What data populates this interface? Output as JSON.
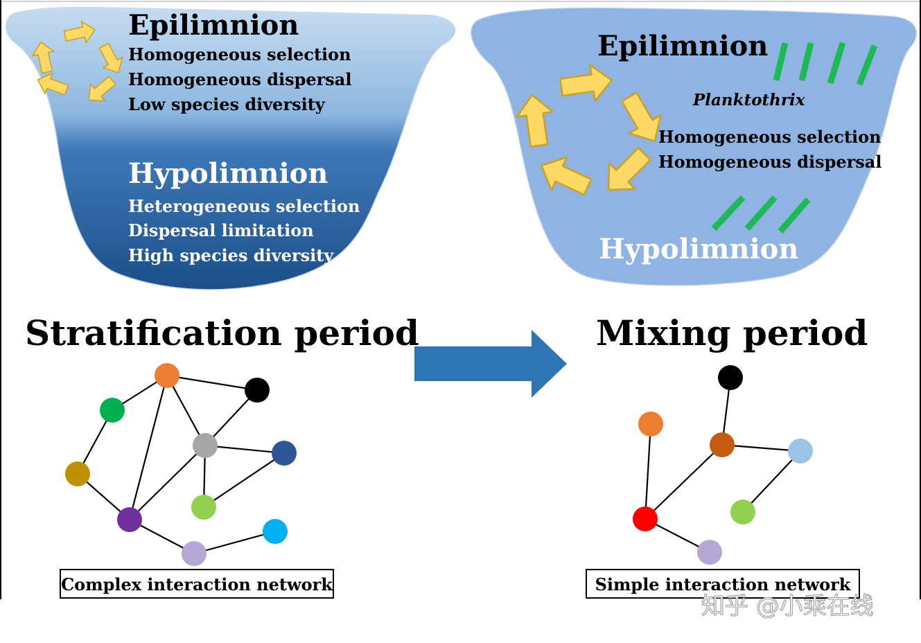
{
  "stratification": {
    "epilimnion_title": "Epilimnion",
    "epilimnion_lines": [
      "Homogeneous selection",
      "Homogeneous dispersal",
      "Low species diversity"
    ],
    "hypolimnion_title": "Hypolimnion",
    "hypolimnion_lines": [
      "Heterogeneous selection",
      "Dispersal limitation",
      "High species diversity"
    ],
    "period_label": "Stratification period",
    "network_label": "Complex interaction network",
    "network": {
      "nodes": [
        {
          "id": "orange",
          "color": "#ed7d31"
        },
        {
          "id": "black",
          "color": "#000000"
        },
        {
          "id": "green",
          "color": "#00b050"
        },
        {
          "id": "gray",
          "color": "#a6a6a6"
        },
        {
          "id": "navy",
          "color": "#2f5597"
        },
        {
          "id": "olive",
          "color": "#bf9000"
        },
        {
          "id": "lightgreen",
          "color": "#92d050"
        },
        {
          "id": "purple",
          "color": "#7030a0"
        },
        {
          "id": "cyan",
          "color": "#00b0f0"
        },
        {
          "id": "lavender",
          "color": "#b4a7d6"
        }
      ],
      "edges": [
        [
          "orange",
          "green"
        ],
        [
          "orange",
          "gray"
        ],
        [
          "orange",
          "black"
        ],
        [
          "orange",
          "purple"
        ],
        [
          "green",
          "olive"
        ],
        [
          "olive",
          "purple"
        ],
        [
          "purple",
          "gray"
        ],
        [
          "black",
          "gray"
        ],
        [
          "gray",
          "navy"
        ],
        [
          "gray",
          "lightgreen"
        ],
        [
          "navy",
          "lightgreen"
        ],
        [
          "purple",
          "lavender"
        ],
        [
          "lavender",
          "cyan"
        ]
      ]
    }
  },
  "mixing": {
    "epilimnion_title": "Epilimnion",
    "organism_label": "Planktothrix",
    "epilimnion_lines": [
      "Homogeneous selection",
      "Homogeneous dispersal"
    ],
    "hypolimnion_title": "Hypolimnion",
    "period_label": "Mixing period",
    "network_label": "Simple interaction network",
    "network": {
      "nodes": [
        {
          "id": "black",
          "color": "#000000"
        },
        {
          "id": "orange",
          "color": "#ed7d31"
        },
        {
          "id": "brown",
          "color": "#c55a11"
        },
        {
          "id": "lightblue",
          "color": "#9dc3e6"
        },
        {
          "id": "lightgreen",
          "color": "#92d050"
        },
        {
          "id": "red",
          "color": "#ff0000"
        },
        {
          "id": "lavender",
          "color": "#b4a7d6"
        }
      ],
      "edges": [
        [
          "black",
          "brown"
        ],
        [
          "brown",
          "lightblue"
        ],
        [
          "brown",
          "red"
        ],
        [
          "orange",
          "red"
        ],
        [
          "red",
          "lavender"
        ],
        [
          "lightblue",
          "lightgreen"
        ]
      ]
    }
  },
  "watermark": "知乎 @小乘在线",
  "colors": {
    "epi_light": "#b9d3ee",
    "hypo_dark": "#1f4e8c",
    "mixing_lake": "#8fb4e3",
    "cycle_arrow": "#ffd966",
    "cycle_arrow_stroke": "#c9a227",
    "transition_arrow": "#2e75b6",
    "planktothrix": "#1db954"
  }
}
